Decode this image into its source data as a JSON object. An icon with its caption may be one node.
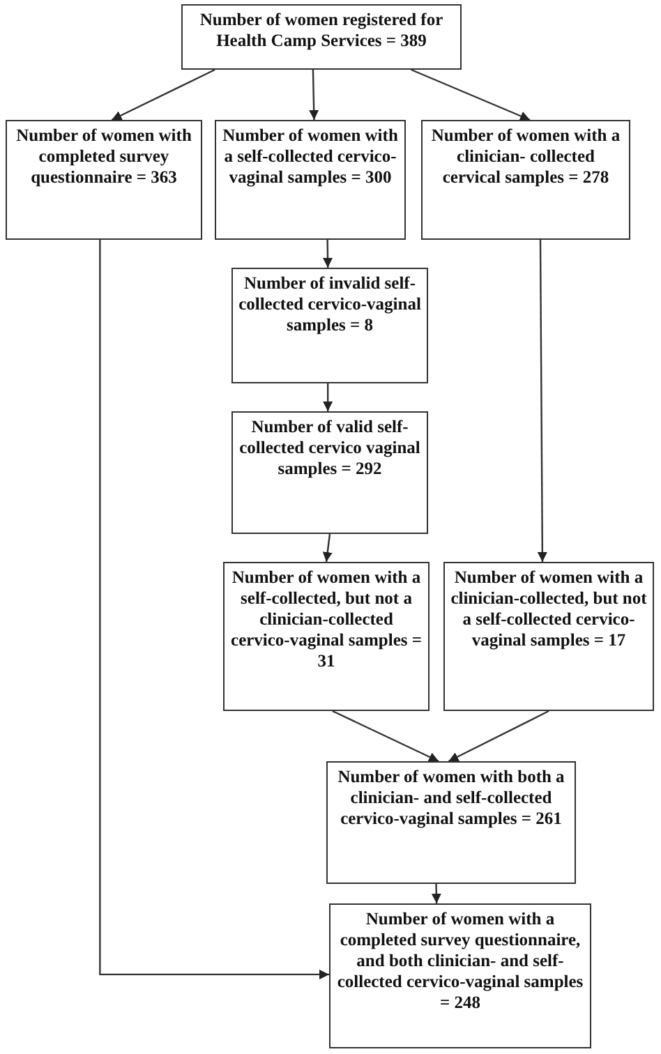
{
  "diagram": {
    "nodes": [
      {
        "text": [
          "Number of women registered for Health Camp Services = 389"
        ]
      },
      {
        "text": [
          "Number of women with completed survey questionnaire = 363"
        ]
      },
      {
        "text": [
          "Number of women with a self-collected cervico-vaginal samples = 300"
        ]
      },
      {
        "text": [
          "Number of women with a clinician- collected cervical samples = 278"
        ]
      },
      {
        "text": [
          "Number of invalid self-collected cervico-vaginal samples = 8"
        ]
      },
      {
        "text": [
          "Number of valid self-collected cervico vaginal samples = 292"
        ]
      },
      {
        "text": [
          "Number of women with a self-collected, but not a clinician-collected cervico-vaginal samples = 31"
        ]
      },
      {
        "text": [
          "Number of women with a clinician-collected, but not a self-collected cervico-vaginal samples = 17"
        ]
      },
      {
        "text": [
          "Number of women with both a clinician- and self-collected cervico-vaginal samples = 261"
        ]
      },
      {
        "text": [
          "Number of women with a completed survey questionnaire, and both clinician- and self-collected cervico-vaginal samples = 248"
        ]
      }
    ],
    "edges": [
      {
        "from": 0,
        "to": 1,
        "arrow": "to"
      },
      {
        "from": 0,
        "to": 2,
        "arrow": "to"
      },
      {
        "from": 0,
        "to": 3,
        "arrow": "to"
      },
      {
        "from": 2,
        "to": 4,
        "arrow": "to"
      },
      {
        "from": 4,
        "to": 5,
        "arrow": "to"
      },
      {
        "from": 5,
        "to": 6,
        "arrow": "to"
      },
      {
        "from": 3,
        "to": 7,
        "arrow": "to"
      },
      {
        "from": 6,
        "to": 8,
        "arrow": "to"
      },
      {
        "from": 7,
        "to": 8,
        "arrow": "to"
      },
      {
        "from": 8,
        "to": 9,
        "arrow": "to"
      },
      {
        "from": 1,
        "to": 9,
        "arrow": "to"
      }
    ]
  }
}
